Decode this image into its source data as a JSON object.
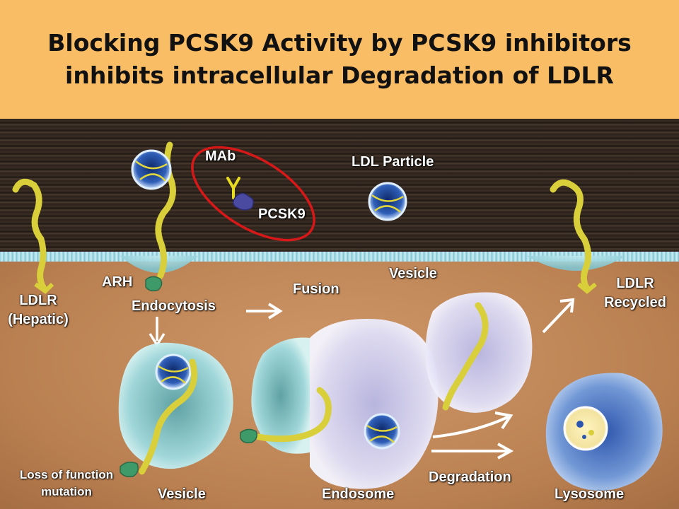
{
  "title": {
    "line1": "Blocking PCSK9 Activity by PCSK9 inhibitors",
    "line2": "inhibits intracellular Degradation of LDLR"
  },
  "labels": {
    "mab": "MAb",
    "pcsk9": "PCSK9",
    "ldl_particle": "LDL Particle",
    "vesicle_top": "Vesicle",
    "arh": "ARH",
    "ldlr_hepatic_1": "LDLR",
    "ldlr_hepatic_2": "(Hepatic)",
    "endocytosis": "Endocytosis",
    "fusion": "Fusion",
    "ldlr_recycled_1": "LDLR",
    "ldlr_recycled_2": "Recycled",
    "loss_1": "Loss of function",
    "loss_2": "mutation",
    "vesicle_bottom": "Vesicle",
    "endosome": "Endosome",
    "degradation": "Degradation",
    "lysosome": "Lysosome"
  },
  "colors": {
    "title_band": "#f9bd66",
    "receptor": "#d8cf3a",
    "ldl_core": "#1f3f8f",
    "vesicle_cyan": "#8fd0d6",
    "endosome_lavender": "#d6d3ef",
    "lysosome_blue": "#6f98d9",
    "highlight_ellipse": "#d61818"
  }
}
